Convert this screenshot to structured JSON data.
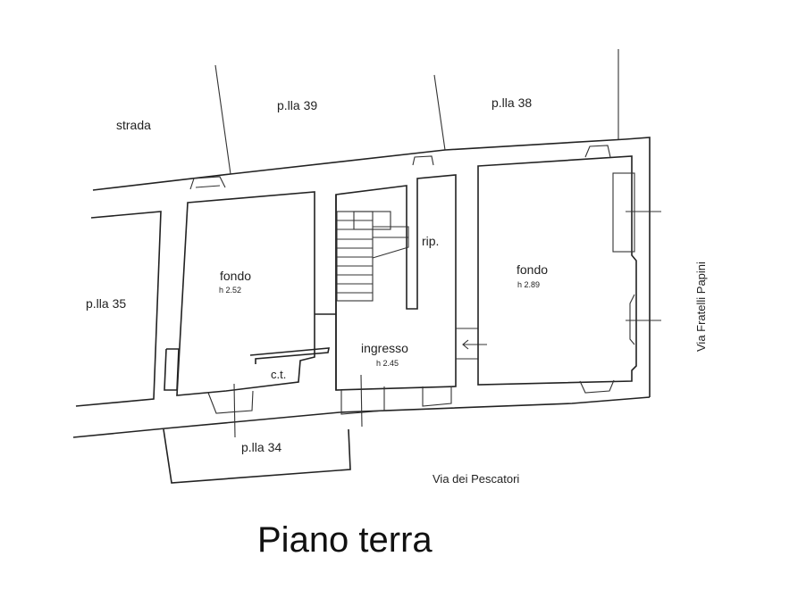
{
  "plan": {
    "title": "Piano terra",
    "surroundings": {
      "strada": "strada",
      "plla_39": "p.lla 39",
      "plla_38": "p.lla 38",
      "plla_35": "p.lla 35",
      "plla_34": "p.lla 34",
      "via_pescatori": "Via dei Pescatori",
      "via_papini": "Via Fratelli Papini"
    },
    "rooms": [
      {
        "name": "fondo",
        "height": "h 2.52"
      },
      {
        "name": "c.t.",
        "height": ""
      },
      {
        "name": "rip.",
        "height": ""
      },
      {
        "name": "ingresso",
        "height": "h 2.45"
      },
      {
        "name": "fondo",
        "height": "h 2.89"
      }
    ],
    "colors": {
      "line": "#222222",
      "background": "#ffffff"
    }
  }
}
